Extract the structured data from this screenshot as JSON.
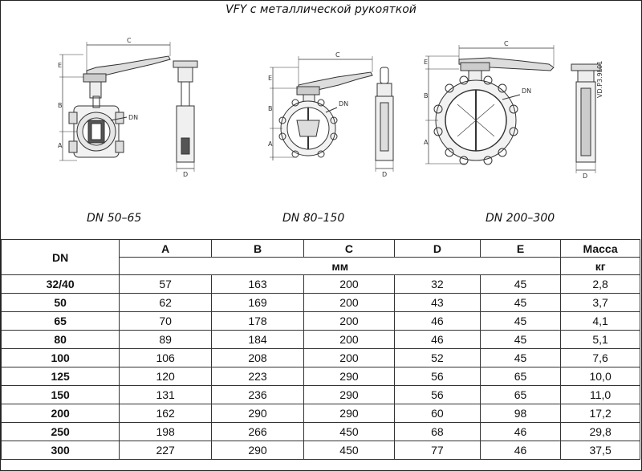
{
  "header": {
    "title": "VFY с металлической рукояткой"
  },
  "drawings": {
    "captions": [
      "DN 50–65",
      "DN 80–150",
      "DN 200–300"
    ],
    "dim_labels": {
      "a": "A",
      "b": "B",
      "c": "C",
      "d": "D",
      "e": "E",
      "dn": "DN"
    },
    "code": "VD.P3.9L01"
  },
  "table": {
    "headers": {
      "dn": "DN",
      "a": "A",
      "b": "B",
      "c": "C",
      "d": "D",
      "e": "E",
      "mass": "Масса"
    },
    "units": {
      "mm": "мм",
      "kg": "кг"
    },
    "rows": [
      {
        "dn": "32/40",
        "a": "57",
        "b": "163",
        "c": "200",
        "d": "32",
        "e": "45",
        "mass": "2,8"
      },
      {
        "dn": "50",
        "a": "62",
        "b": "169",
        "c": "200",
        "d": "43",
        "e": "45",
        "mass": "3,7"
      },
      {
        "dn": "65",
        "a": "70",
        "b": "178",
        "c": "200",
        "d": "46",
        "e": "45",
        "mass": "4,1"
      },
      {
        "dn": "80",
        "a": "89",
        "b": "184",
        "c": "200",
        "d": "46",
        "e": "45",
        "mass": "5,1"
      },
      {
        "dn": "100",
        "a": "106",
        "b": "208",
        "c": "200",
        "d": "52",
        "e": "45",
        "mass": "7,6"
      },
      {
        "dn": "125",
        "a": "120",
        "b": "223",
        "c": "290",
        "d": "56",
        "e": "65",
        "mass": "10,0"
      },
      {
        "dn": "150",
        "a": "131",
        "b": "236",
        "c": "290",
        "d": "56",
        "e": "65",
        "mass": "11,0"
      },
      {
        "dn": "200",
        "a": "162",
        "b": "290",
        "c": "290",
        "d": "60",
        "e": "98",
        "mass": "17,2"
      },
      {
        "dn": "250",
        "a": "198",
        "b": "266",
        "c": "450",
        "d": "68",
        "e": "46",
        "mass": "29,8"
      },
      {
        "dn": "300",
        "a": "227",
        "b": "290",
        "c": "450",
        "d": "77",
        "e": "46",
        "mass": "37,5"
      }
    ]
  }
}
